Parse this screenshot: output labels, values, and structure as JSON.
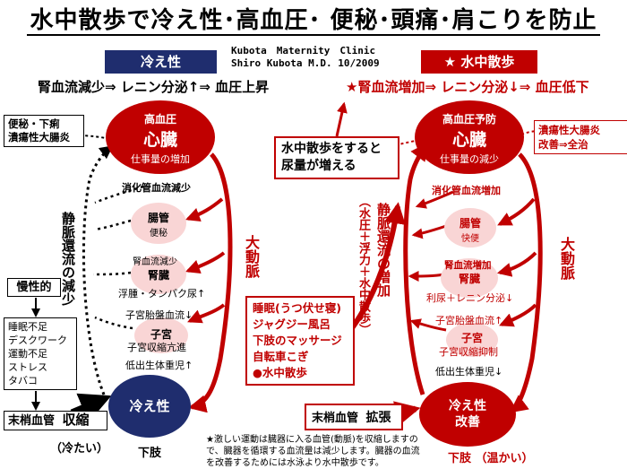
{
  "title": "水中散歩で冷え性･高血圧･ 便秘･頭痛･肩こりを防止",
  "credit": {
    "line1": "Kubota　Maternity　Clinic",
    "line2": "Shiro Kubota M.D.  10/2009"
  },
  "left": {
    "banner": "冷え性",
    "summary": "腎血流減少⇒ レニン分泌↑⇒ 血圧上昇",
    "heart": {
      "top": "高血圧",
      "main": "心臓",
      "sub": "仕事量の増加"
    },
    "bowel_box": [
      "便秘・下痢",
      "潰瘍性大腸炎"
    ],
    "digestive_label": "消化管血流減少",
    "intestine": {
      "name": "腸管",
      "sub": "便秘"
    },
    "kidney_flow": "腎血流減少",
    "kidney": {
      "name": "腎臓",
      "sub": "浮腫・タンパク尿↑"
    },
    "placenta_flow": "子宮胎盤血流↓",
    "uterus": {
      "name": "子宮",
      "sub": "子宮収縮亢進"
    },
    "fetus": "低出生体重児↑",
    "vein_label": "静脈還流の減少",
    "artery_label": "大動脈",
    "chronic": "慢性的",
    "causes": [
      "睡眠不足",
      "デスクワーク",
      "運動不足",
      "ストレス",
      "タバコ"
    ],
    "peripheral": [
      "末梢血管",
      "収縮"
    ],
    "cold": "（冷たい）",
    "feet": "冷え性",
    "lower_limbs": "下肢"
  },
  "center": {
    "urine_box": [
      "水中散歩をすると",
      "尿量が増える"
    ],
    "pressure_label": "（水圧＋浮力＋水中散歩）",
    "vein_label": "静脈還流の増加",
    "activities": [
      "睡眠(うつ伏せ寝)",
      "ジャグジー風呂",
      "下肢のマッサージ",
      "自転車こぎ",
      "●水中散歩"
    ],
    "peripheral": [
      "末梢血管",
      "拡張"
    ],
    "note": "★激しい運動は臓器に入る血管(動脈)を収縮しますので、臓器を循環する血流量は減少します。臓器の血流を改善するためには水泳より水中散歩です。"
  },
  "right": {
    "banner": "★ 水中散歩",
    "summary": "★腎血流増加⇒ レニン分泌↓⇒ 血圧低下",
    "heart": {
      "top": "高血圧予防",
      "main": "心臓",
      "sub": "仕事量の減少"
    },
    "bowel_box": [
      "潰瘍性大腸炎",
      "改善⇒全治"
    ],
    "digestive_label": "消化管血流増加",
    "intestine": {
      "name": "腸管",
      "sub": "快便"
    },
    "kidney_flow": "腎血流増加",
    "kidney": {
      "name": "腎臓",
      "sub": "利尿＋レニン分泌↓"
    },
    "placenta_flow": "子宮胎盤血流↑",
    "uterus": {
      "name": "子宮",
      "sub": "子宮収縮抑制"
    },
    "fetus": "低出生体重児↓",
    "artery_label": "大動脈",
    "feet": [
      "冷え性",
      "改善"
    ],
    "lower_limbs": "下肢 （温かい）"
  }
}
